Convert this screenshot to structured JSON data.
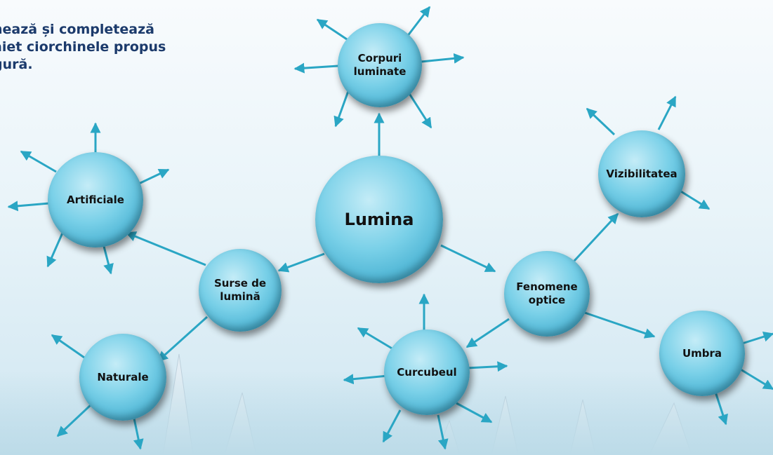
{
  "instruction": "nează și completează\naiet ciorchinele propus\ngură.",
  "nodes": {
    "lumina": "Lumina",
    "corpuri": "Corpuri\nluminate",
    "surse": "Surse de\nlumină",
    "artificiale": "Artificiale",
    "naturale": "Naturale",
    "fenomene": "Fenomene\noptice",
    "vizibilitatea": "Vizibilitatea",
    "curcubeul": "Curcubeul",
    "umbra": "Umbra"
  },
  "colors": {
    "arrow": "#2aa6c4",
    "text": "#1b3a6b"
  }
}
